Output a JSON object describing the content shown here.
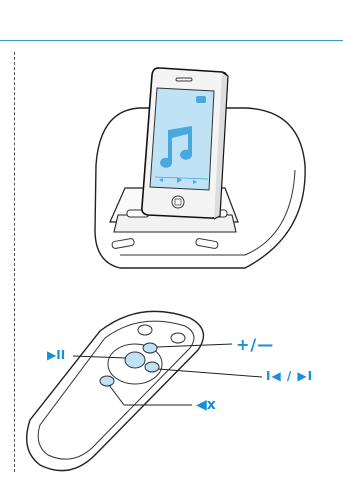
{
  "labels": {
    "volume": "+/—",
    "play_pause": "▶II",
    "skip": "I◀ / ▶I",
    "mute": "◀x"
  },
  "colors": {
    "accent": "#1a8fd6",
    "rule": "#3a9bd5",
    "screen": "#bfe2f5"
  }
}
